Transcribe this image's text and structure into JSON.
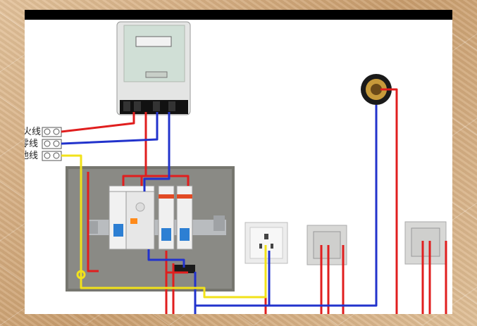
{
  "labels": {
    "live": "火线",
    "neutral": "零线",
    "earth": "地线"
  },
  "colors": {
    "live_wire": "#e01e1e",
    "neutral_wire": "#2233cc",
    "earth_wire": "#f2e21a",
    "box_back": "#7a7a76"
  }
}
